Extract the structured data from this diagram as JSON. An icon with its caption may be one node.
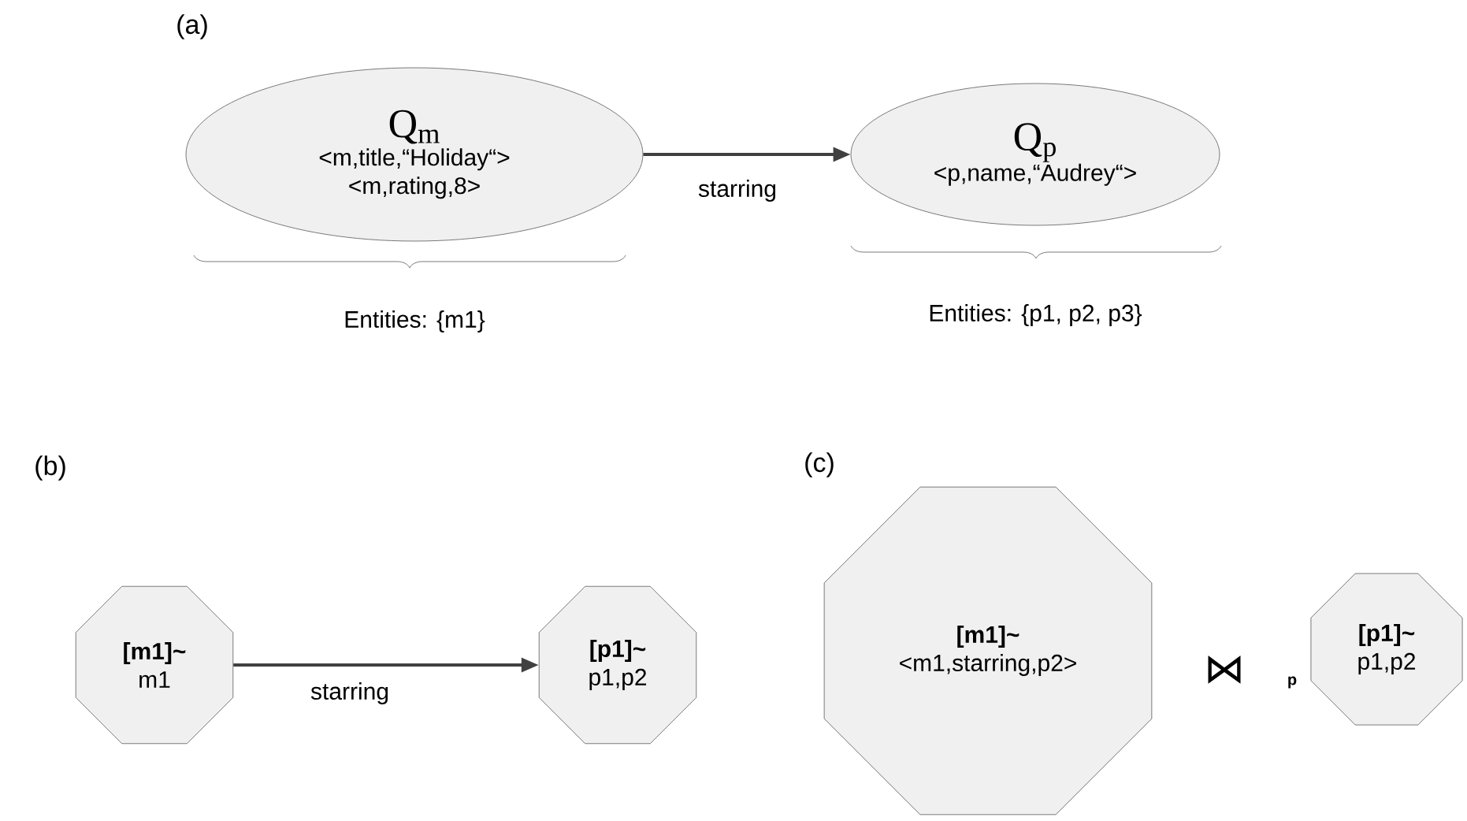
{
  "diagram": {
    "nodes": [
      {
        "text": [
          "Q$_{m}$",
          "<m,title,“Holiday“>",
          "<m,rating,8>"
        ],
        "beside": [
          "Entities: {m1}"
        ]
      },
      {
        "text": [
          "Q$_{p}$",
          "<p,name,“Audrey“>"
        ],
        "beside": [
          "Entities: {p1, p2, p3}"
        ]
      },
      {
        "text": [
          "[m1]~",
          "m1"
        ]
      },
      {
        "text": [
          "[p1]~",
          "p1,p2"
        ]
      },
      {
        "text": [
          "[m1]~",
          "<m1,starring,p2>"
        ]
      },
      {
        "text": [
          "[p1]~",
          "p1,p2"
        ]
      }
    ],
    "edges": [
      {
        "from": 0,
        "to": 1,
        "arrow": "to",
        "label": "starring"
      },
      {
        "from": 2,
        "to": 3,
        "arrow": "to",
        "label": "starring"
      }
    ],
    "labels": [
      "(a)",
      "(b)",
      "(c)",
      "⋈",
      "p"
    ]
  }
}
